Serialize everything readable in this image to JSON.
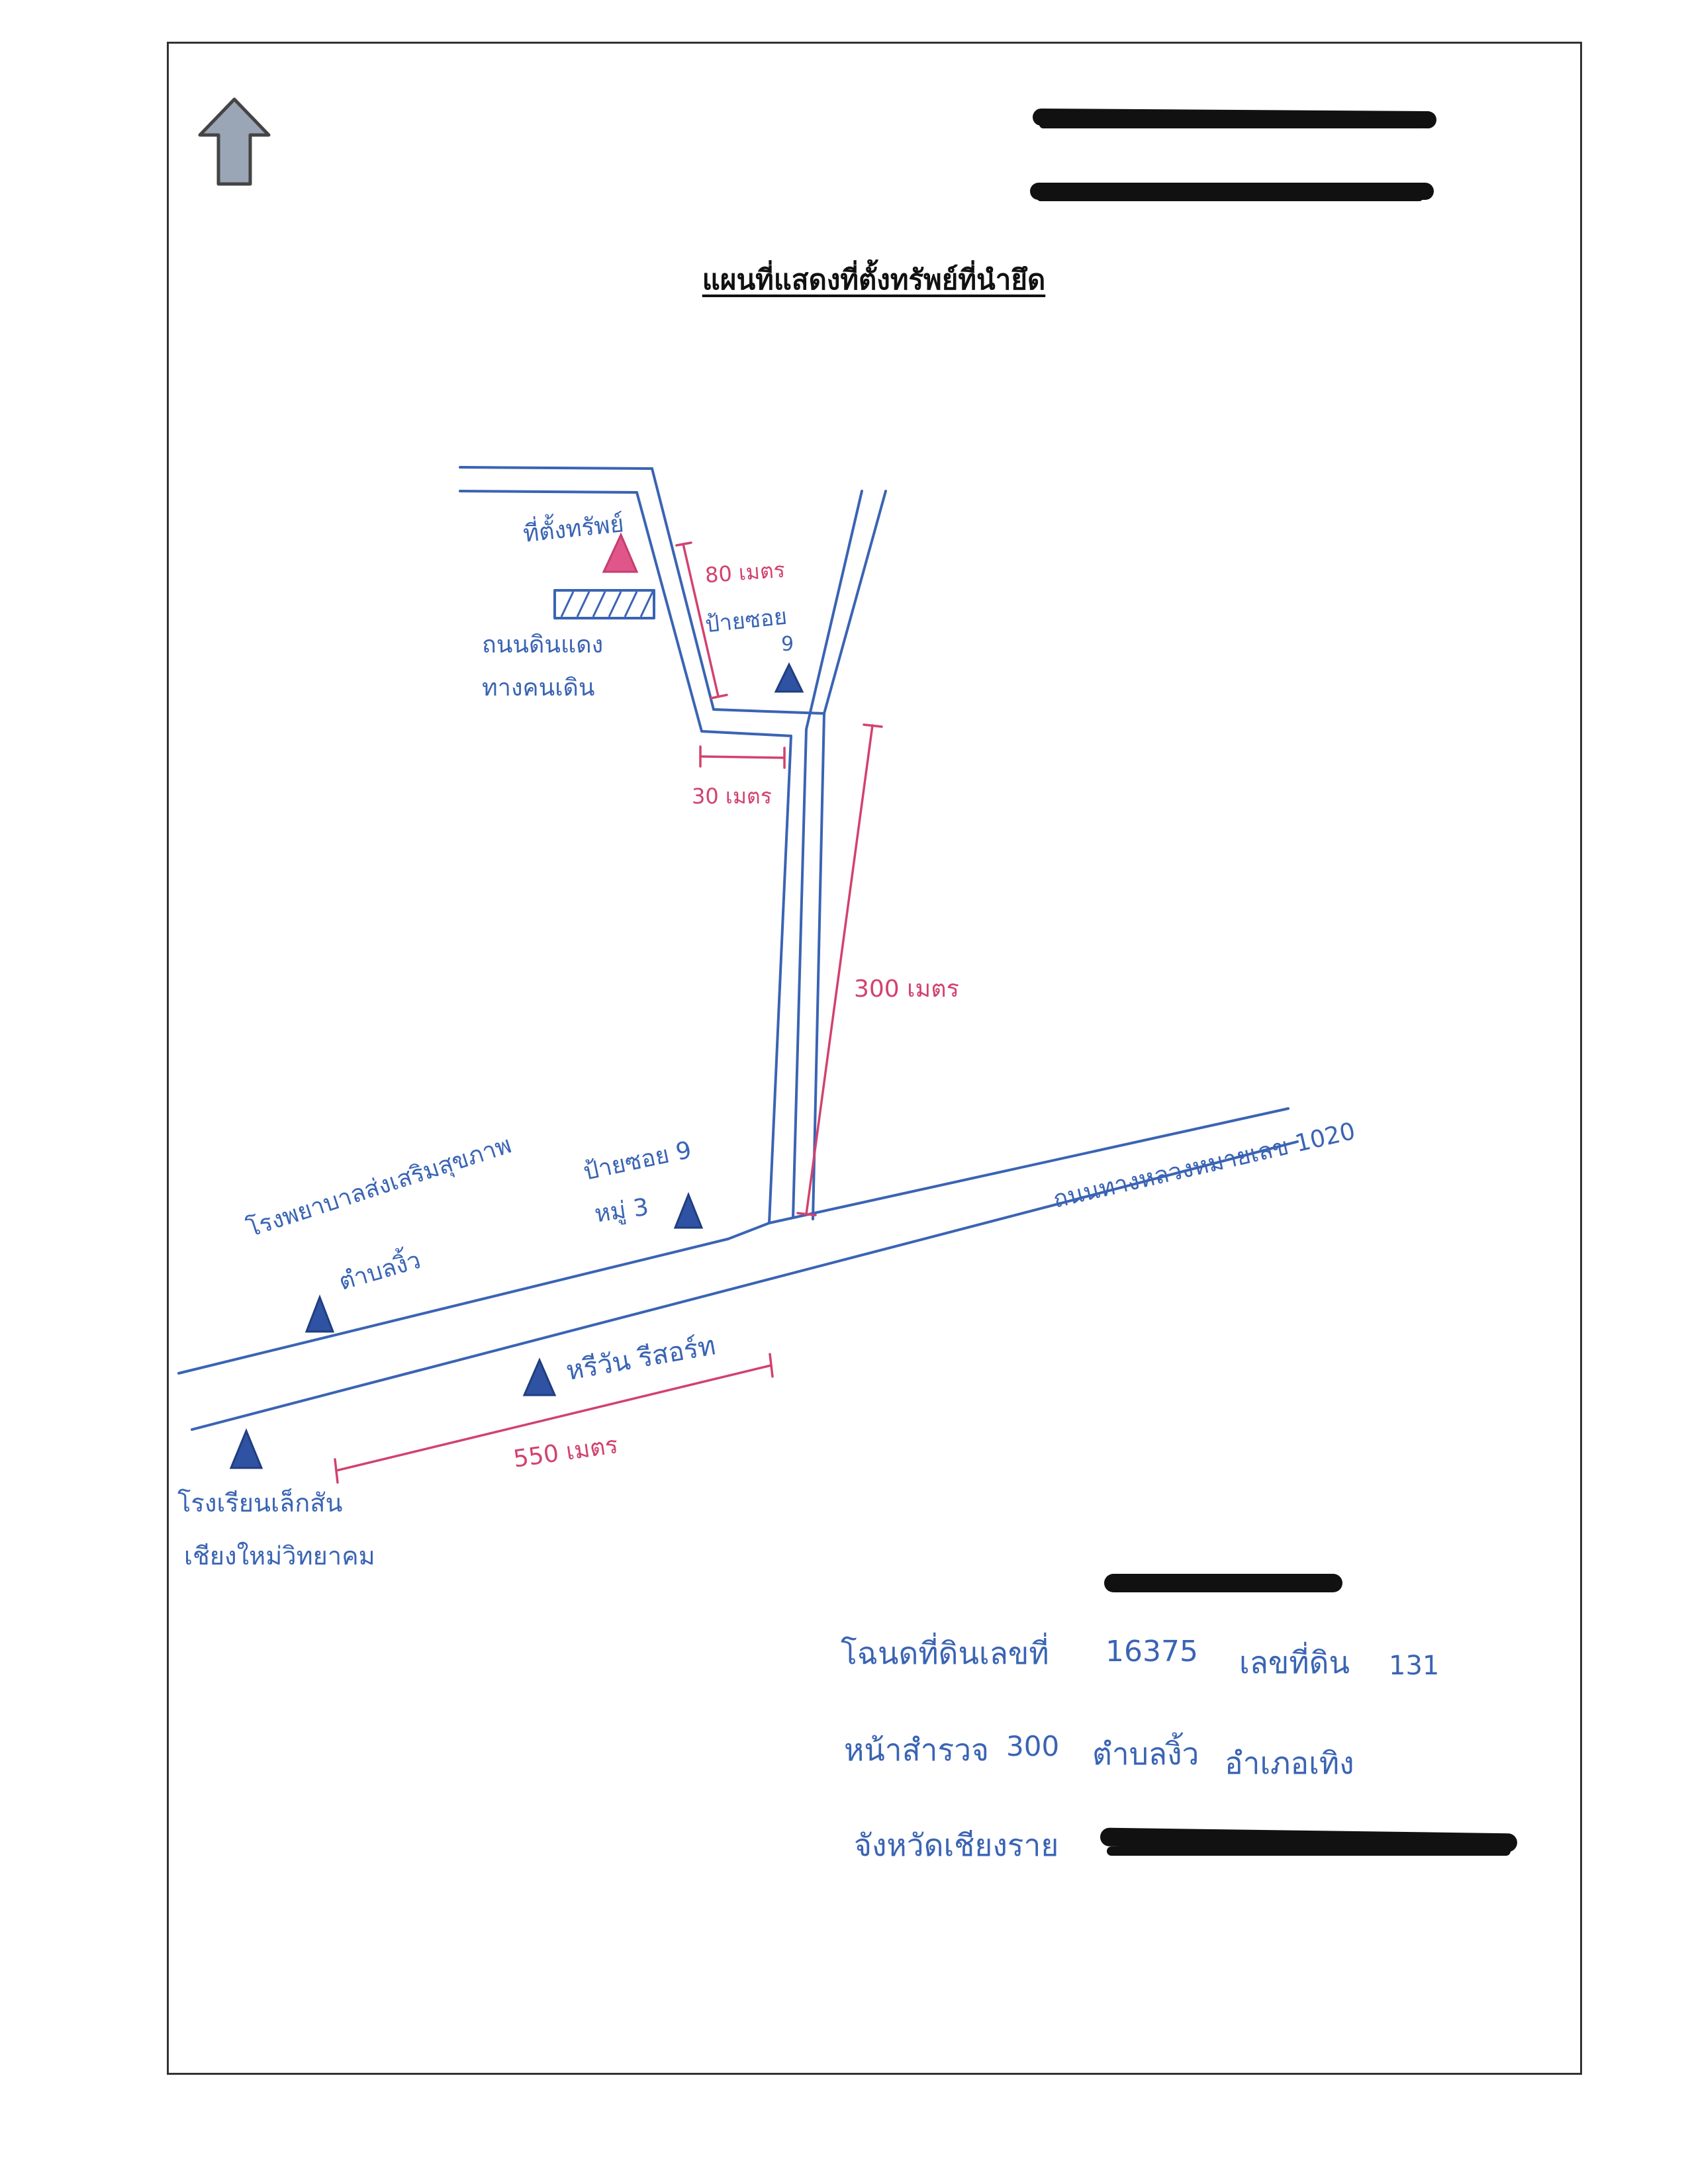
{
  "title": "แผนที่แสดงที่ตั้งทรัพย์ที่นำยึด",
  "colors": {
    "road_blue": "#3a64b4",
    "dimension_red": "#d2426e",
    "property_marker": "#e0558a",
    "landmark_marker": "#2f52a3",
    "north_arrow_fill": "#9aa6b6"
  },
  "icons": {
    "north_arrow": "north-arrow-icon",
    "property": "property-triangle-icon",
    "landmark": "landmark-triangle-icon"
  },
  "map_labels": {
    "property": "ที่ตั้งทรัพย์",
    "dirt_road": "ถนนดินแดง",
    "footpath": "ทางคนเดิน",
    "soi_sign_top_1": "ป้ายซอย",
    "soi_sign_top_2": "9",
    "soi_sign_bottom_1": "ป้ายซอย 9",
    "soi_sign_bottom_2": "หมู่ 3",
    "health_center_1": "โรงพยาบาลส่งเสริมสุขภาพ",
    "health_center_2": "ตำบลงิ้ว",
    "resort": "หรีวัน รีสอร์ท",
    "school_1": "โรงเรียนเล็กสัน",
    "school_2": "เชียงใหม่วิทยาคม",
    "highway": "ถนนทางหลวงหมายเลข 1020"
  },
  "dimensions": {
    "d80": "80 เมตร",
    "d30": "30 เมตร",
    "d300": "300 เมตร",
    "d550": "550 เมตร"
  },
  "deed_info": {
    "line1_label": "โฉนดที่ดินเลขที่",
    "deed_no": "16375",
    "parcel_label": "เลขที่ดิน",
    "parcel_no": "131",
    "line2_label": "หน้าสำรวจ",
    "survey_no": "300",
    "subdistrict": "ตำบลงิ้ว",
    "district": "อำเภอเทิง",
    "line3": "จังหวัดเชียงราย"
  }
}
